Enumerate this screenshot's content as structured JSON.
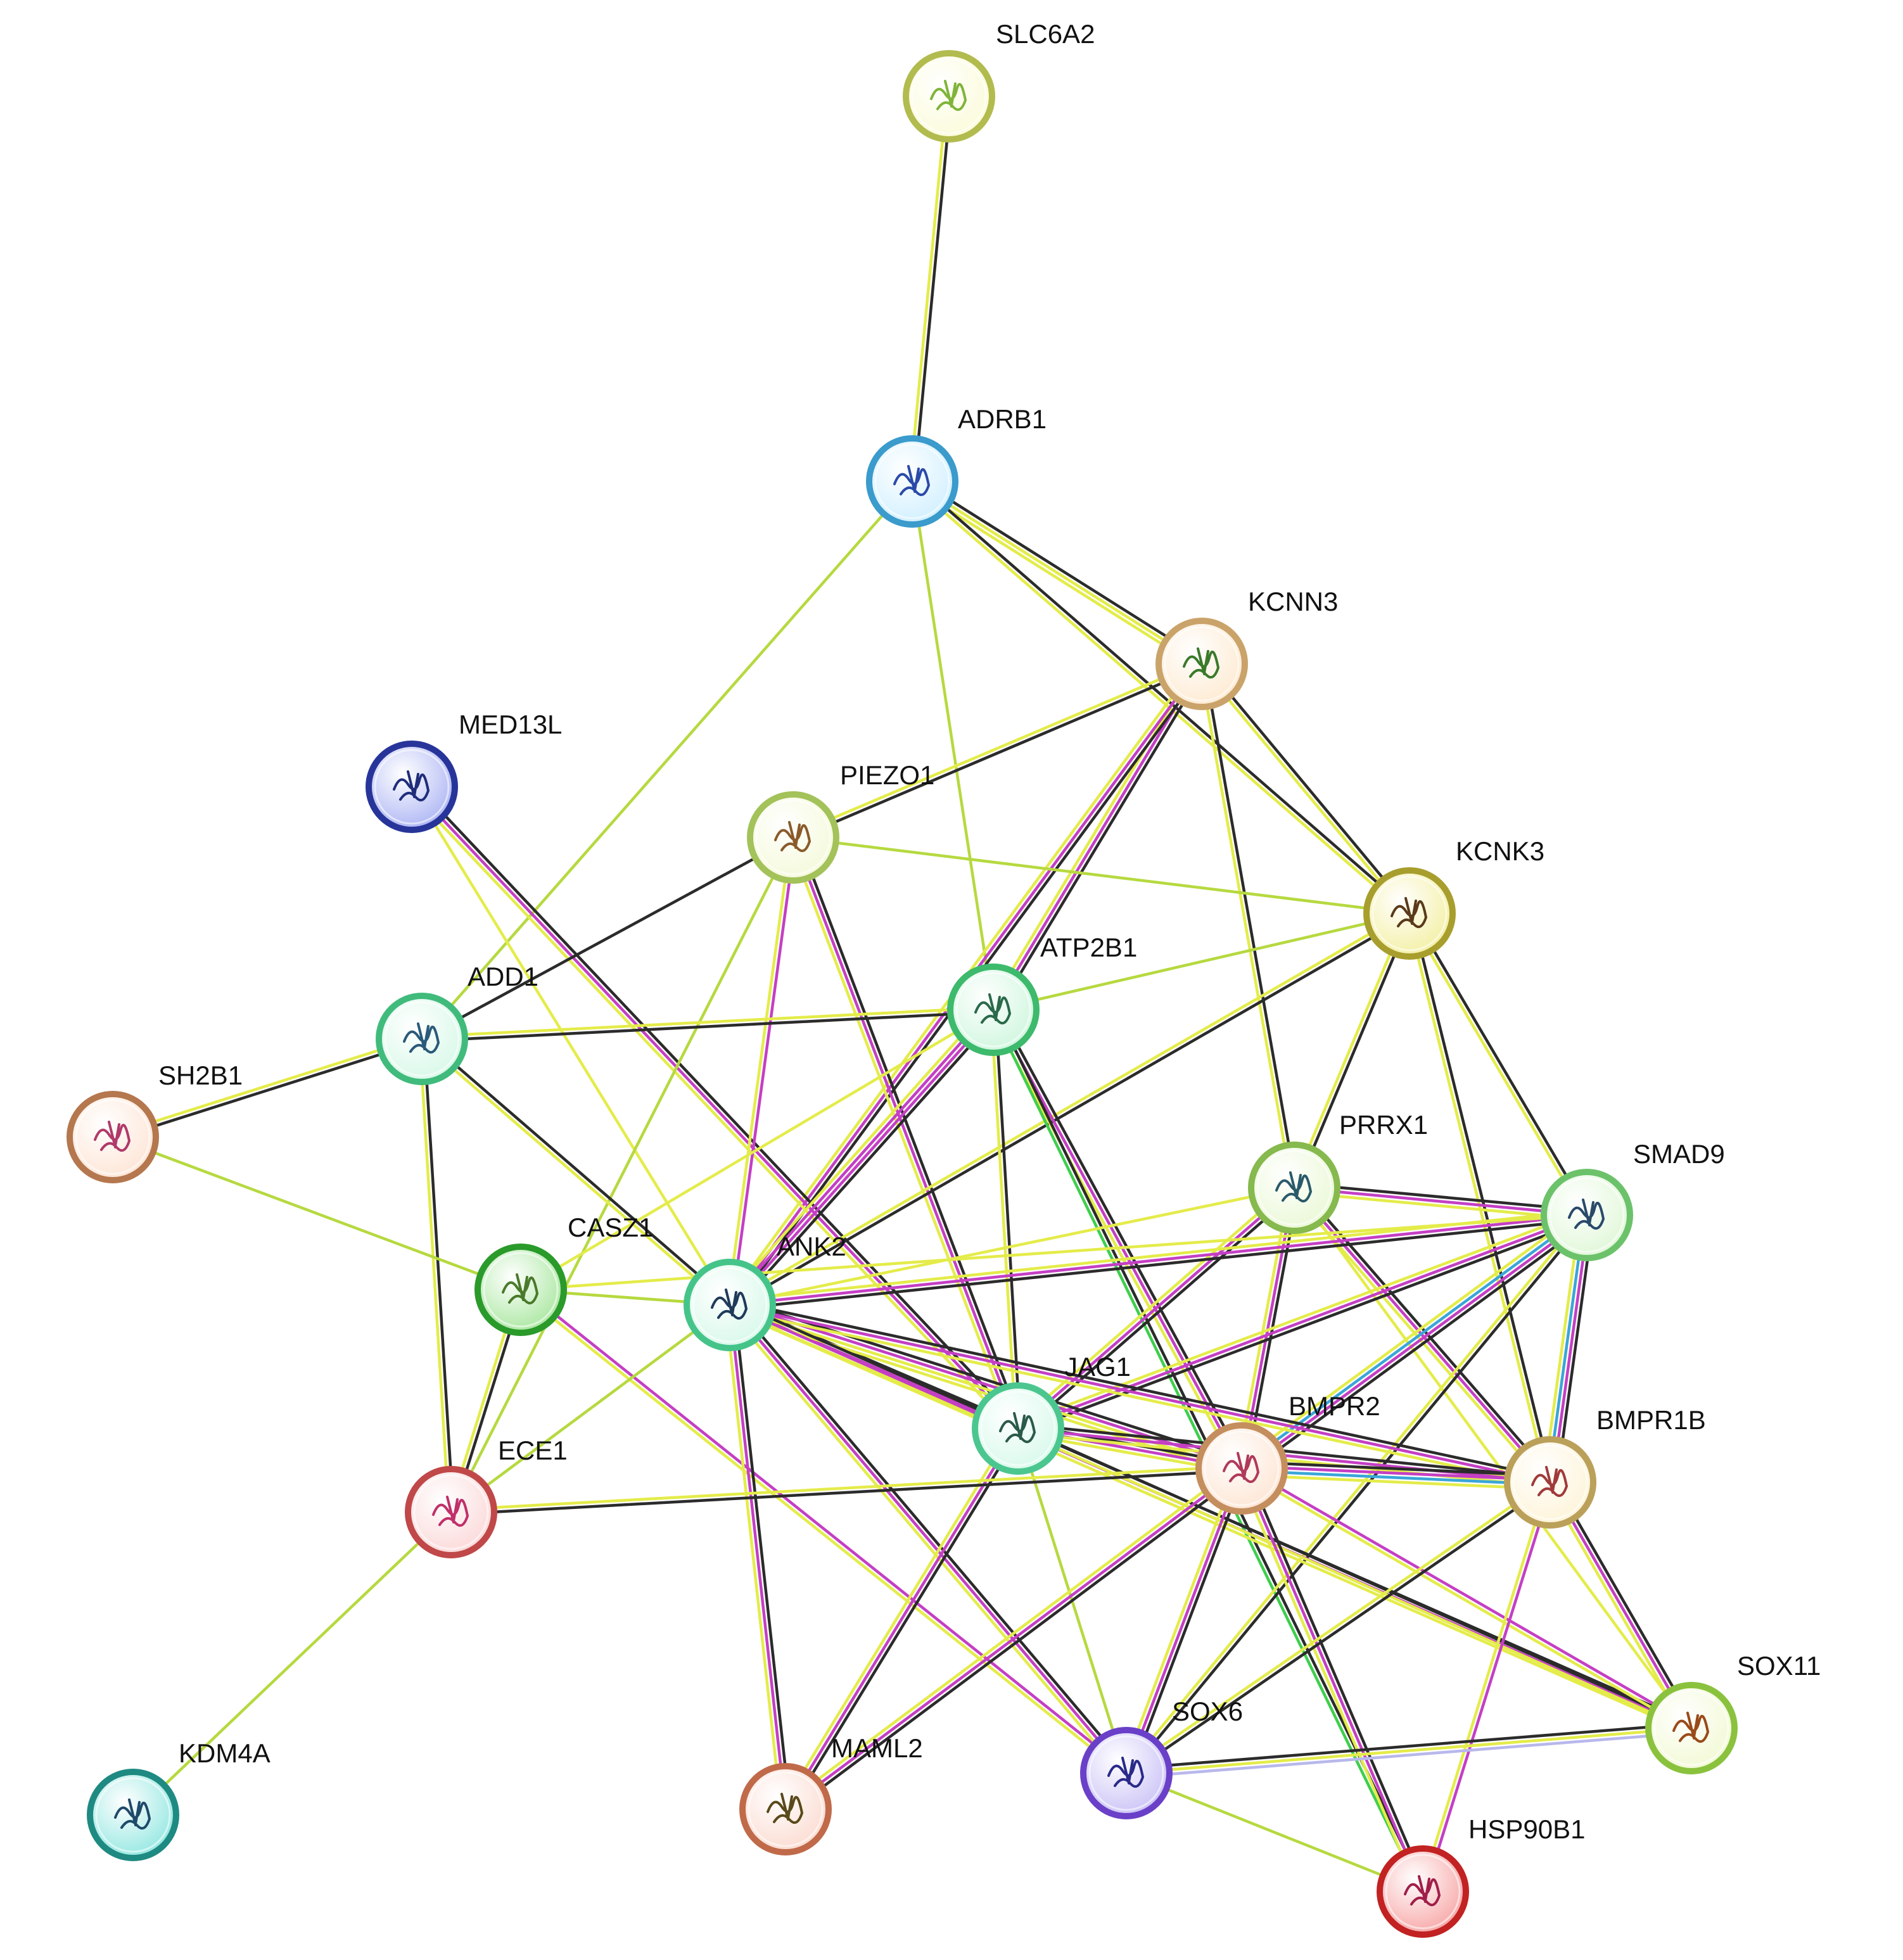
{
  "edge_colors": {
    "k": "#2b2b2b",
    "y": "#e4ec4a",
    "t": "#b6d93f",
    "m": "#c43fc4",
    "c": "#3aa6d8",
    "g": "#3ecf4c",
    "l": "#b8b8ec"
  },
  "nodes": [
    {
      "id": "SLC6A2",
      "label": "SLC6A2",
      "fill": "#fbfbd8",
      "ring": "#b2bb4e",
      "glyph": "#7fb43a"
    },
    {
      "id": "ADRB1",
      "label": "ADRB1",
      "fill": "#cfefff",
      "ring": "#3a9bcc",
      "glyph": "#2b4aa8"
    },
    {
      "id": "KCNN3",
      "label": "KCNN3",
      "fill": "#fde9cf",
      "ring": "#caa36a",
      "glyph": "#3a7a2a"
    },
    {
      "id": "MED13L",
      "label": "MED13L",
      "fill": "#a9b2f3",
      "ring": "#27359a",
      "glyph": "#1f2d7a"
    },
    {
      "id": "PIEZO1",
      "label": "PIEZO1",
      "fill": "#f4f9d8",
      "ring": "#a3c25a",
      "glyph": "#8a5a2a"
    },
    {
      "id": "KCNK3",
      "label": "KCNK3",
      "fill": "#f3efa0",
      "ring": "#a89e2e",
      "glyph": "#5a3a1a"
    },
    {
      "id": "ATP2B1",
      "label": "ATP2B1",
      "fill": "#cdf6dc",
      "ring": "#3dba6c",
      "glyph": "#2a6a4a"
    },
    {
      "id": "ADD1",
      "label": "ADD1",
      "fill": "#d6f8e7",
      "ring": "#41bb7c",
      "glyph": "#2a5a7a"
    },
    {
      "id": "SH2B1",
      "label": "SH2B1",
      "fill": "#fde4d4",
      "ring": "#b5774e",
      "glyph": "#b03a6a"
    },
    {
      "id": "PRRX1",
      "label": "PRRX1",
      "fill": "#e9f8d4",
      "ring": "#86b94e",
      "glyph": "#2a5a6a"
    },
    {
      "id": "SMAD9",
      "label": "SMAD9",
      "fill": "#dff7d6",
      "ring": "#6bc26a",
      "glyph": "#2a4a6a"
    },
    {
      "id": "CASZ1",
      "label": "CASZ1",
      "fill": "#a6e69c",
      "ring": "#2a9a2a",
      "glyph": "#4a7a2a"
    },
    {
      "id": "ANK2",
      "label": "ANK2",
      "fill": "#d6f8e9",
      "ring": "#45c48a",
      "glyph": "#1f3a5a"
    },
    {
      "id": "JAG1",
      "label": "JAG1",
      "fill": "#d6f9ea",
      "ring": "#4cc68f",
      "glyph": "#2a5a4a"
    },
    {
      "id": "BMPR2",
      "label": "BMPR2",
      "fill": "#fde4d2",
      "ring": "#c58e5e",
      "glyph": "#b03a5a"
    },
    {
      "id": "BMPR1B",
      "label": "BMPR1B",
      "fill": "#fdf3d6",
      "ring": "#bba05a",
      "glyph": "#a03a3a"
    },
    {
      "id": "ECE1",
      "label": "ECE1",
      "fill": "#fbd7d7",
      "ring": "#c04848",
      "glyph": "#c0306a"
    },
    {
      "id": "SOX11",
      "label": "SOX11",
      "fill": "#f1f9d2",
      "ring": "#8ac23e",
      "glyph": "#9a4a1a"
    },
    {
      "id": "SOX6",
      "label": "SOX6",
      "fill": "#c8c0f6",
      "ring": "#6a40c8",
      "glyph": "#2a2a8a"
    },
    {
      "id": "KDM4A",
      "label": "KDM4A",
      "fill": "#8fe6e0",
      "ring": "#1e8a82",
      "glyph": "#1f4a6a"
    },
    {
      "id": "MAML2",
      "label": "MAML2",
      "fill": "#fbdacf",
      "ring": "#c06a4a",
      "glyph": "#5a4a1a"
    },
    {
      "id": "HSP90B1",
      "label": "HSP90B1",
      "fill": "#f7a3a3",
      "ring": "#c22222",
      "glyph": "#a01f4a"
    }
  ],
  "edges": [
    {
      "a": "SLC6A2",
      "b": "ADRB1",
      "types": [
        "k",
        "y"
      ]
    },
    {
      "a": "ADRB1",
      "b": "KCNN3",
      "types": [
        "k",
        "y",
        "y"
      ]
    },
    {
      "a": "ADRB1",
      "b": "KCNK3",
      "types": [
        "k",
        "y"
      ]
    },
    {
      "a": "ADRB1",
      "b": "ATP2B1",
      "types": [
        "t"
      ]
    },
    {
      "a": "ADRB1",
      "b": "ADD1",
      "types": [
        "t"
      ]
    },
    {
      "a": "KCNN3",
      "b": "PIEZO1",
      "types": [
        "k",
        "y"
      ]
    },
    {
      "a": "KCNN3",
      "b": "KCNK3",
      "types": [
        "k",
        "y"
      ]
    },
    {
      "a": "KCNN3",
      "b": "ATP2B1",
      "types": [
        "k",
        "m",
        "y"
      ]
    },
    {
      "a": "KCNN3",
      "b": "ANK2",
      "types": [
        "k",
        "m",
        "y"
      ]
    },
    {
      "a": "KCNN3",
      "b": "PRRX1",
      "types": [
        "k",
        "y"
      ]
    },
    {
      "a": "MED13L",
      "b": "ANK2",
      "types": [
        "y"
      ]
    },
    {
      "a": "MED13L",
      "b": "JAG1",
      "types": [
        "k",
        "m",
        "y"
      ]
    },
    {
      "a": "PIEZO1",
      "b": "ADD1",
      "types": [
        "k"
      ]
    },
    {
      "a": "PIEZO1",
      "b": "KCNK3",
      "types": [
        "t"
      ]
    },
    {
      "a": "PIEZO1",
      "b": "ANK2",
      "types": [
        "m",
        "y"
      ]
    },
    {
      "a": "PIEZO1",
      "b": "JAG1",
      "types": [
        "k",
        "m",
        "y"
      ]
    },
    {
      "a": "PIEZO1",
      "b": "ECE1",
      "types": [
        "t"
      ]
    },
    {
      "a": "KCNK3",
      "b": "ATP2B1",
      "types": [
        "t"
      ]
    },
    {
      "a": "KCNK3",
      "b": "ANK2",
      "types": [
        "k",
        "y"
      ]
    },
    {
      "a": "KCNK3",
      "b": "PRRX1",
      "types": [
        "k",
        "y"
      ]
    },
    {
      "a": "KCNK3",
      "b": "SMAD9",
      "types": [
        "k",
        "y"
      ]
    },
    {
      "a": "KCNK3",
      "b": "BMPR1B",
      "types": [
        "k",
        "y"
      ]
    },
    {
      "a": "ATP2B1",
      "b": "ADD1",
      "types": [
        "k",
        "y"
      ]
    },
    {
      "a": "ATP2B1",
      "b": "ANK2",
      "types": [
        "k",
        "m",
        "m",
        "y"
      ]
    },
    {
      "a": "ATP2B1",
      "b": "CASZ1",
      "types": [
        "y"
      ]
    },
    {
      "a": "ATP2B1",
      "b": "JAG1",
      "types": [
        "k",
        "y"
      ]
    },
    {
      "a": "ATP2B1",
      "b": "BMPR2",
      "types": [
        "k",
        "m",
        "y"
      ]
    },
    {
      "a": "ATP2B1",
      "b": "HSP90B1",
      "types": [
        "k",
        "g"
      ]
    },
    {
      "a": "ADD1",
      "b": "SH2B1",
      "types": [
        "k",
        "y"
      ]
    },
    {
      "a": "ADD1",
      "b": "ANK2",
      "types": [
        "k",
        "y"
      ]
    },
    {
      "a": "ADD1",
      "b": "ECE1",
      "types": [
        "k",
        "y"
      ]
    },
    {
      "a": "SH2B1",
      "b": "CASZ1",
      "types": [
        "t"
      ]
    },
    {
      "a": "PRRX1",
      "b": "SMAD9",
      "types": [
        "k",
        "m",
        "y"
      ]
    },
    {
      "a": "PRRX1",
      "b": "ANK2",
      "types": [
        "y"
      ]
    },
    {
      "a": "PRRX1",
      "b": "JAG1",
      "types": [
        "k",
        "m",
        "y"
      ]
    },
    {
      "a": "PRRX1",
      "b": "BMPR2",
      "types": [
        "k",
        "m",
        "y"
      ]
    },
    {
      "a": "PRRX1",
      "b": "BMPR1B",
      "types": [
        "k",
        "m",
        "y"
      ]
    },
    {
      "a": "PRRX1",
      "b": "SOX11",
      "types": [
        "y"
      ]
    },
    {
      "a": "SMAD9",
      "b": "ANK2",
      "types": [
        "k",
        "m",
        "y"
      ]
    },
    {
      "a": "SMAD9",
      "b": "CASZ1",
      "types": [
        "y"
      ]
    },
    {
      "a": "SMAD9",
      "b": "JAG1",
      "types": [
        "k",
        "m",
        "y"
      ]
    },
    {
      "a": "SMAD9",
      "b": "BMPR2",
      "types": [
        "k",
        "m",
        "c",
        "y"
      ]
    },
    {
      "a": "SMAD9",
      "b": "BMPR1B",
      "types": [
        "k",
        "m",
        "c",
        "y"
      ]
    },
    {
      "a": "SMAD9",
      "b": "SOX6",
      "types": [
        "k",
        "y"
      ]
    },
    {
      "a": "CASZ1",
      "b": "ANK2",
      "types": [
        "t"
      ]
    },
    {
      "a": "CASZ1",
      "b": "ECE1",
      "types": [
        "k",
        "y"
      ]
    },
    {
      "a": "CASZ1",
      "b": "SOX6",
      "types": [
        "m",
        "y"
      ]
    },
    {
      "a": "ANK2",
      "b": "JAG1",
      "types": [
        "k",
        "m",
        "y"
      ]
    },
    {
      "a": "ANK2",
      "b": "BMPR2",
      "types": [
        "k",
        "m",
        "y",
        "y"
      ]
    },
    {
      "a": "ANK2",
      "b": "BMPR1B",
      "types": [
        "k",
        "m",
        "y"
      ]
    },
    {
      "a": "ANK2",
      "b": "ECE1",
      "types": [
        "t"
      ]
    },
    {
      "a": "ANK2",
      "b": "MAML2",
      "types": [
        "k",
        "m",
        "y"
      ]
    },
    {
      "a": "ANK2",
      "b": "SOX6",
      "types": [
        "k",
        "m",
        "y"
      ]
    },
    {
      "a": "ANK2",
      "b": "SOX11",
      "types": [
        "k",
        "m",
        "y"
      ]
    },
    {
      "a": "JAG1",
      "b": "BMPR2",
      "types": [
        "k",
        "m",
        "y"
      ]
    },
    {
      "a": "JAG1",
      "b": "BMPR1B",
      "types": [
        "k",
        "m",
        "y"
      ]
    },
    {
      "a": "JAG1",
      "b": "MAML2",
      "types": [
        "k",
        "m",
        "y"
      ]
    },
    {
      "a": "JAG1",
      "b": "SOX6",
      "types": [
        "t"
      ]
    },
    {
      "a": "JAG1",
      "b": "SOX11",
      "types": [
        "k",
        "y"
      ]
    },
    {
      "a": "BMPR2",
      "b": "BMPR1B",
      "types": [
        "k",
        "m",
        "c",
        "y"
      ]
    },
    {
      "a": "BMPR2",
      "b": "ECE1",
      "types": [
        "k",
        "y"
      ]
    },
    {
      "a": "BMPR2",
      "b": "MAML2",
      "types": [
        "k",
        "m",
        "y"
      ]
    },
    {
      "a": "BMPR2",
      "b": "SOX6",
      "types": [
        "k",
        "m",
        "y"
      ]
    },
    {
      "a": "BMPR2",
      "b": "HSP90B1",
      "types": [
        "k",
        "m",
        "y"
      ]
    },
    {
      "a": "BMPR2",
      "b": "SOX11",
      "types": [
        "m",
        "y"
      ]
    },
    {
      "a": "BMPR1B",
      "b": "SOX6",
      "types": [
        "k",
        "y"
      ]
    },
    {
      "a": "BMPR1B",
      "b": "SOX11",
      "types": [
        "k",
        "m",
        "y"
      ]
    },
    {
      "a": "BMPR1B",
      "b": "HSP90B1",
      "types": [
        "m",
        "y"
      ]
    },
    {
      "a": "ECE1",
      "b": "KDM4A",
      "types": [
        "t"
      ]
    },
    {
      "a": "SOX6",
      "b": "SOX11",
      "types": [
        "k",
        "y",
        "l"
      ]
    },
    {
      "a": "SOX6",
      "b": "HSP90B1",
      "types": [
        "t"
      ]
    }
  ]
}
